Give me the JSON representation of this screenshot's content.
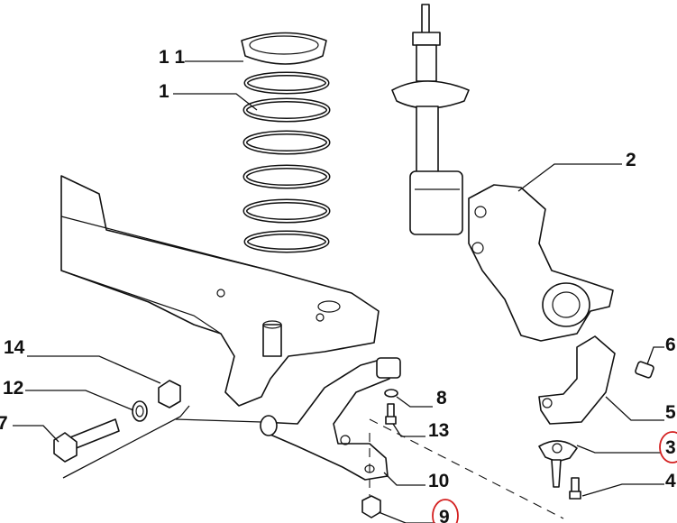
{
  "diagram": {
    "callouts": [
      {
        "id": "c11",
        "text": "1 1",
        "highlighted": false
      },
      {
        "id": "c1",
        "text": "1",
        "highlighted": false
      },
      {
        "id": "c2",
        "text": "2",
        "highlighted": false
      },
      {
        "id": "c14",
        "text": "14",
        "highlighted": false
      },
      {
        "id": "c12",
        "text": "12",
        "highlighted": false
      },
      {
        "id": "c7",
        "text": "7",
        "highlighted": false
      },
      {
        "id": "c8",
        "text": "8",
        "highlighted": false
      },
      {
        "id": "c13",
        "text": "13",
        "highlighted": false
      },
      {
        "id": "c10",
        "text": "10",
        "highlighted": false
      },
      {
        "id": "c9",
        "text": "9",
        "highlighted": true
      },
      {
        "id": "c6",
        "text": "6",
        "highlighted": false
      },
      {
        "id": "c5",
        "text": "5",
        "highlighted": false
      },
      {
        "id": "c3",
        "text": "3",
        "highlighted": true
      },
      {
        "id": "c4",
        "text": "4",
        "highlighted": false
      }
    ],
    "highlight_color": "#d42020",
    "line_color": "#111111"
  }
}
